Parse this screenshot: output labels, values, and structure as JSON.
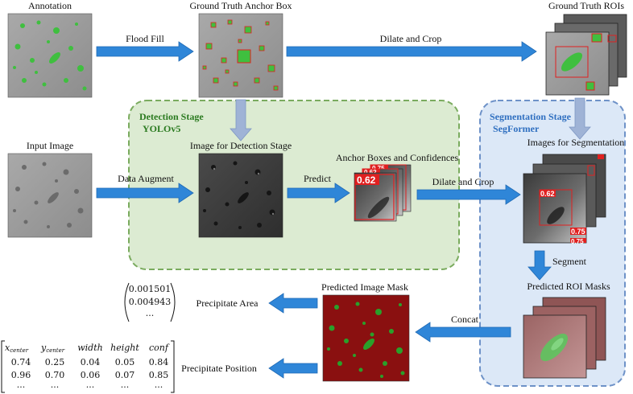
{
  "colors": {
    "arrow": "#2f86d8",
    "arrow_stroke": "#1f6ab5",
    "down_arrow": "#9fb3d6",
    "detection_bg": "#dcebd2",
    "detection_border": "#7aab5e",
    "detection_title": "#2a7a1f",
    "segmentation_bg": "#dce8f7",
    "segmentation_border": "#6e92c8",
    "segmentation_title": "#2f6fc0",
    "box_red": "#e02020",
    "mask_bg": "#8a1010",
    "mask_green": "#2aa02a"
  },
  "stages": {
    "detection": {
      "title": "Detection Stage",
      "model": "YOLOv5"
    },
    "segmentation": {
      "title": "Segmentation Stage",
      "model": "SegFormer"
    }
  },
  "nodes": {
    "annotation": "Annotation",
    "gt_anchor_box": "Ground Truth Anchor Box",
    "gt_rois": "Ground Truth ROIs",
    "input_image": "Input Image",
    "image_detection": "Image for Detection Stage",
    "anchor_boxes": "Anchor Boxes and Confidences",
    "images_segmentation": "Images for Segmentation",
    "predicted_roi_masks": "Predicted ROI Masks",
    "predicted_image_mask": "Predicted Image Mask"
  },
  "edges": {
    "flood_fill": "Flood Fill",
    "dilate_crop_top": "Dilate and Crop",
    "data_augment": "Data Augment",
    "predict": "Predict",
    "dilate_crop_mid": "Dilate and Crop",
    "segment": "Segment",
    "concat": "Concat",
    "precipitate_area": "Precipitate Area",
    "precipitate_position": "Precipitate Position"
  },
  "confidences": {
    "detection_front": "0.62",
    "detection_back1": "0.62",
    "detection_back2": "0.75",
    "seg_front_a": "0.62",
    "seg_front_b": "0.75",
    "seg_front_c": "0.75"
  },
  "area_vector": [
    "0.001501",
    "0.004943",
    "···"
  ],
  "position_table": {
    "headers": [
      {
        "base": "x",
        "sub": "center"
      },
      {
        "base": "y",
        "sub": "center"
      },
      {
        "base": "width",
        "sub": ""
      },
      {
        "base": "height",
        "sub": ""
      },
      {
        "base": "conf",
        "sub": ""
      }
    ],
    "rows": [
      [
        "0.74",
        "0.25",
        "0.04",
        "0.05",
        "0.84"
      ],
      [
        "0.96",
        "0.70",
        "0.06",
        "0.07",
        "0.85"
      ],
      [
        "···",
        "···",
        "···",
        "···",
        "···"
      ]
    ]
  }
}
